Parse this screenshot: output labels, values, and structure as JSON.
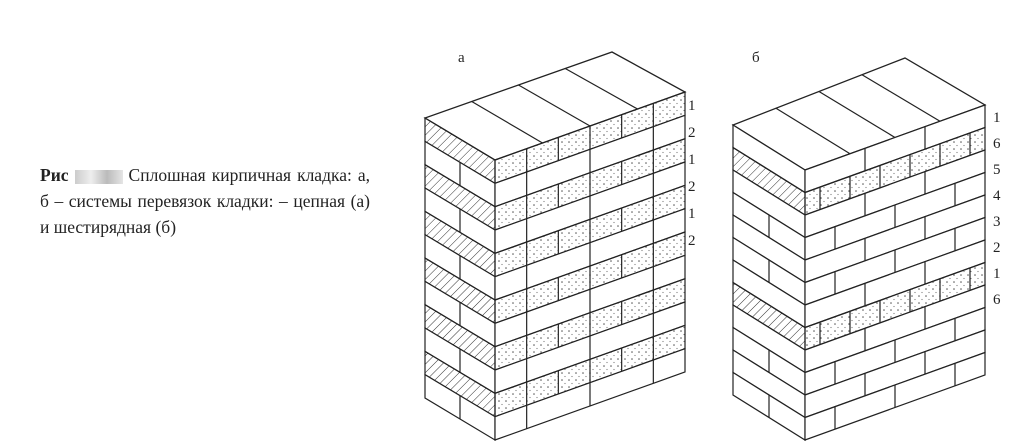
{
  "caption": {
    "prefix": "Рис",
    "text": "Сплошная кирпичная кладка: а, б – системы перевязок кладки: – цепная (а) и шестирядная (б)"
  },
  "figure_a": {
    "label": "а",
    "row_labels": [
      "1",
      "2",
      "1",
      "2",
      "1",
      "2"
    ]
  },
  "figure_b": {
    "label": "б",
    "row_labels": [
      "1",
      "6",
      "5",
      "4",
      "3",
      "2",
      "1",
      "6"
    ]
  }
}
